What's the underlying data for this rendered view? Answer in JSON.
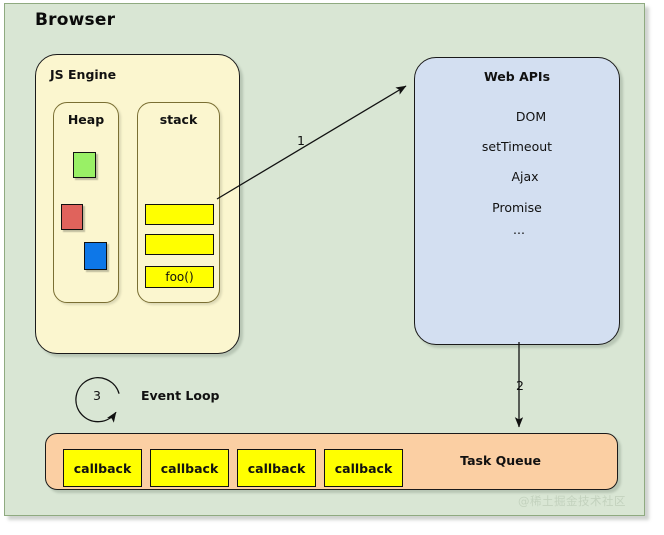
{
  "diagram": {
    "title": "Browser",
    "watermark": "@稀土掘金技术社区",
    "colors": {
      "background": "#d9e6d4",
      "frame_border": "#8faa80",
      "js_engine_fill": "#fbf6cf",
      "web_apis_fill": "#d3dff1",
      "task_queue_fill": "#fbcfa3",
      "frame_yellow": "#ffff00",
      "heap_green": "#99f066",
      "heap_red": "#e0635c",
      "heap_blue": "#0d77e8",
      "stroke": "#1a1a1a"
    }
  },
  "js_engine": {
    "title": "JS Engine",
    "heap": {
      "title": "Heap",
      "objects": [
        {
          "name": "heap-object-green",
          "color": "#99f066"
        },
        {
          "name": "heap-object-red",
          "color": "#e0635c"
        },
        {
          "name": "heap-object-blue",
          "color": "#0d77e8"
        }
      ]
    },
    "stack": {
      "title": "stack",
      "frames": [
        {
          "label": ""
        },
        {
          "label": ""
        },
        {
          "label": "foo()"
        }
      ]
    }
  },
  "web_apis": {
    "title": "Web APIs",
    "items": [
      {
        "label": "DOM"
      },
      {
        "label": "setTimeout"
      },
      {
        "label": "Ajax"
      },
      {
        "label": "Promise"
      },
      {
        "label": "..."
      }
    ]
  },
  "task_queue": {
    "title": "Task Queue",
    "callbacks": [
      {
        "label": "callback"
      },
      {
        "label": "callback"
      },
      {
        "label": "callback"
      },
      {
        "label": "callback"
      }
    ]
  },
  "event_loop": {
    "label": "Event Loop",
    "step": "3"
  },
  "arrows": [
    {
      "name": "stack-to-webapis",
      "step": "1"
    },
    {
      "name": "webapis-to-taskqueue",
      "step": "2"
    }
  ]
}
